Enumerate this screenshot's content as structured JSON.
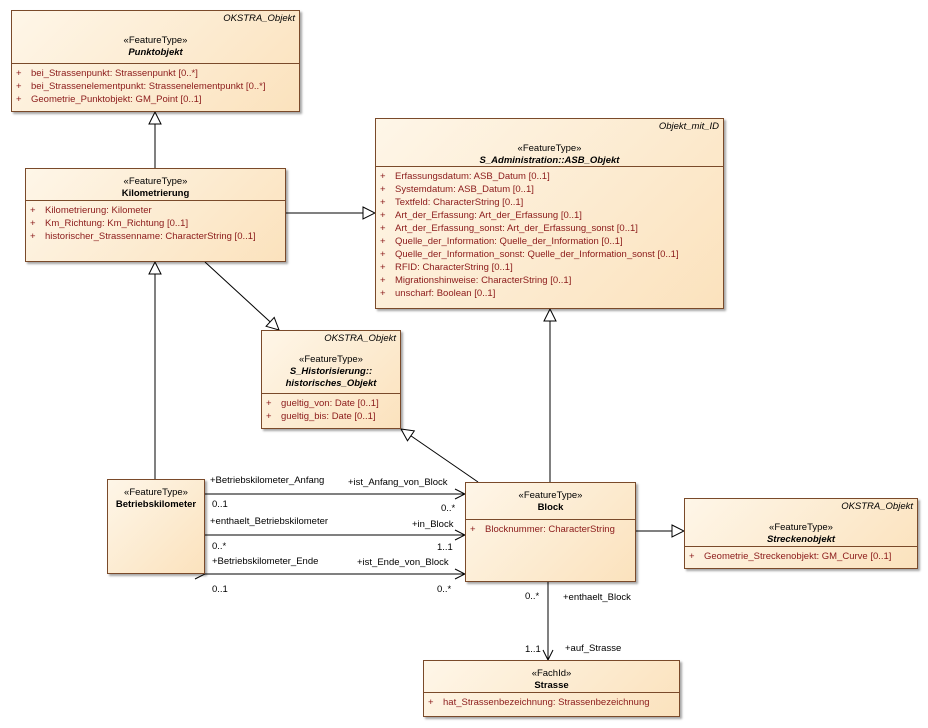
{
  "classes": {
    "punktobjekt": {
      "tag": "OKSTRA_Objekt",
      "stereotype": "«FeatureType»",
      "name": "Punktobjekt",
      "attributes": [
        {
          "vis": "+",
          "text": "bei_Strassenpunkt: Strassenpunkt [0..*]"
        },
        {
          "vis": "+",
          "text": "bei_Strassenelementpunkt: Strassenelementpunkt [0..*]"
        },
        {
          "vis": "+",
          "text": "Geometrie_Punktobjekt: GM_Point [0..1]"
        }
      ]
    },
    "kilometrierung": {
      "stereotype": "«FeatureType»",
      "name": "Kilometrierung",
      "attributes": [
        {
          "vis": "+",
          "text": "Kilometrierung: Kilometer"
        },
        {
          "vis": "+",
          "text": "Km_Richtung: Km_Richtung [0..1]"
        },
        {
          "vis": "+",
          "text": "historischer_Strassenname: CharacterString [0..1]"
        }
      ]
    },
    "asb_objekt": {
      "tag": "Objekt_mit_ID",
      "stereotype": "«FeatureType»",
      "name": "S_Administration::ASB_Objekt",
      "attributes": [
        {
          "vis": "+",
          "text": "Erfassungsdatum: ASB_Datum [0..1]"
        },
        {
          "vis": "+",
          "text": "Systemdatum: ASB_Datum [0..1]"
        },
        {
          "vis": "+",
          "text": "Textfeld: CharacterString [0..1]"
        },
        {
          "vis": "+",
          "text": "Art_der_Erfassung: Art_der_Erfassung [0..1]"
        },
        {
          "vis": "+",
          "text": "Art_der_Erfassung_sonst: Art_der_Erfassung_sonst [0..1]"
        },
        {
          "vis": "+",
          "text": "Quelle_der_Information: Quelle_der_Information [0..1]"
        },
        {
          "vis": "+",
          "text": "Quelle_der_Information_sonst: Quelle_der_Information_sonst [0..1]"
        },
        {
          "vis": "+",
          "text": "RFID: CharacterString [0..1]"
        },
        {
          "vis": "+",
          "text": "Migrationshinweise: CharacterString [0..1]"
        },
        {
          "vis": "+",
          "text": "unscharf: Boolean [0..1]"
        }
      ]
    },
    "historisches_objekt": {
      "tag": "OKSTRA_Objekt",
      "stereotype": "«FeatureType»",
      "name_line1": "S_Historisierung::",
      "name_line2": "historisches_Objekt",
      "attributes": [
        {
          "vis": "+",
          "text": "gueltig_von: Date [0..1]"
        },
        {
          "vis": "+",
          "text": "gueltig_bis: Date [0..1]"
        }
      ]
    },
    "betriebskilometer": {
      "stereotype": "«FeatureType»",
      "name": "Betriebskilometer"
    },
    "block": {
      "stereotype": "«FeatureType»",
      "name": "Block",
      "attributes": [
        {
          "vis": "+",
          "text": "Blocknummer: CharacterString"
        }
      ]
    },
    "streckenobjekt": {
      "tag": "OKSTRA_Objekt",
      "stereotype": "«FeatureType»",
      "name": "Streckenobjekt",
      "attributes": [
        {
          "vis": "+",
          "text": "Geometrie_Streckenobjekt: GM_Curve [0..1]"
        }
      ]
    },
    "strasse": {
      "stereotype": "«FachId»",
      "name": "Strasse",
      "attributes": [
        {
          "vis": "+",
          "text": "hat_Strassenbezeichnung: Strassenbezeichnung"
        }
      ]
    }
  },
  "associations": {
    "anfang": {
      "role_left": "+Betriebskilometer_Anfang",
      "role_right": "+ist_Anfang_von_Block",
      "mult_left": "0..1",
      "mult_right": "0..*"
    },
    "enthaelt": {
      "role_left": "+enthaelt_Betriebskilometer",
      "role_right": "+in_Block",
      "mult_left": "0..*",
      "mult_right": "1..1"
    },
    "ende": {
      "role_left": "+Betriebskilometer_Ende",
      "role_right": "+ist_Ende_von_Block",
      "mult_left": "0..1",
      "mult_right": "0..*"
    },
    "block_strasse": {
      "role_top": "+enthaelt_Block",
      "role_bottom": "+auf_Strasse",
      "mult_top": "0..*",
      "mult_bottom": "1..1"
    }
  },
  "colors": {
    "box_fill": "#fbe2bd",
    "box_border": "#7a4a2a",
    "attribute_text": "#8b1a1a"
  }
}
